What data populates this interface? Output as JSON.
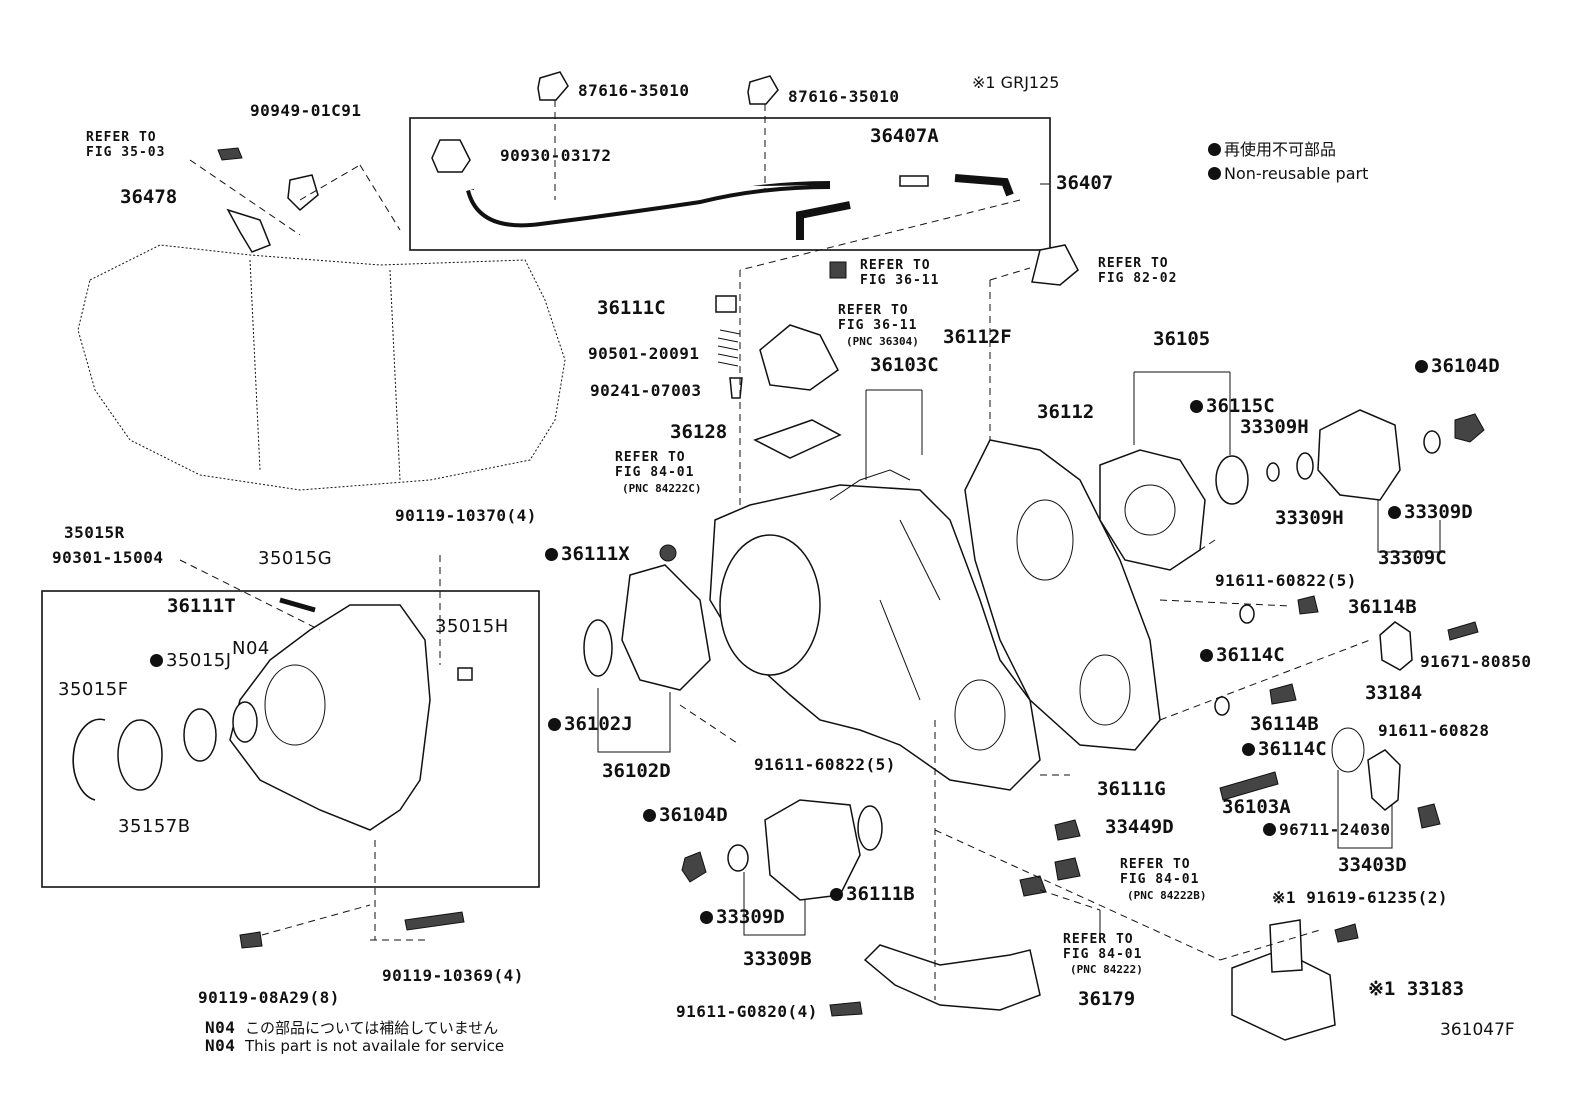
{
  "note_model": "※1 GRJ125",
  "legend": {
    "jp": "再使用不可部品",
    "en": "Non-reusable part"
  },
  "drawing_number": "361047F",
  "footnote": {
    "code1": "N04",
    "jp": "この部品については補給していません",
    "code2": "N04",
    "en": "This part is not availale for service"
  },
  "labels": {
    "p87616_a": "87616-35010",
    "p87616_b": "87616-35010",
    "p90949": "90949-01C91",
    "p90930": "90930-03172",
    "p36407A": "36407A",
    "p36407": "36407",
    "p36478": "36478",
    "p36111C": "36111C",
    "p90501": "90501-20091",
    "p90241": "90241-07003",
    "p36128": "36128",
    "p36103C": "36103C",
    "p36112F": "36112F",
    "p36112": "36112",
    "p36105": "36105",
    "p36104D_a": "36104D",
    "p36115C": "36115C",
    "p33309H_a": "33309H",
    "p33309H_b": "33309H",
    "p33309D_a": "33309D",
    "p33309C": "33309C",
    "p35015R": "35015R",
    "p90301": "90301-15004",
    "p90119_10370": "90119-10370(4)",
    "p35015G": "35015G",
    "p36111T": "36111T",
    "p35015H": "35015H",
    "pN04": "N04",
    "p35015J": "35015J",
    "p35015F": "35015F",
    "p35157B": "35157B",
    "p36111X": "36111X",
    "p36102J": "36102J",
    "p36102D": "36102D",
    "p91611_60822_a": "91611-60822(5)",
    "p91611_60822_b": "91611-60822(5)",
    "p36114B_a": "36114B",
    "p36114C_a": "36114C",
    "p91671": "91671-80850",
    "p33184": "33184",
    "p36114B_b": "36114B",
    "p36114C_b": "36114C",
    "p91611_60828": "91611-60828",
    "p36111G": "36111G",
    "p36103A": "36103A",
    "p96711": "96711-24030",
    "p33449D": "33449D",
    "p33403D": "33403D",
    "p36104D_b": "36104D",
    "p36111B": "36111B",
    "p33309D_b": "33309D",
    "p33309B": "33309B",
    "p91619": "91619-61235(2)",
    "p33183": "33183",
    "p90119_08A29": "90119-08A29(8)",
    "p90119_10369": "90119-10369(4)",
    "p91611_G0820": "91611-G0820(4)",
    "p36179": "36179",
    "mark1_a": "※1",
    "mark1_b": "※1"
  },
  "refs": {
    "fig35_03": "REFER TO\nFIG 35-03",
    "fig36_11_a": "REFER TO\nFIG 36-11",
    "fig82_02": "REFER TO\nFIG 82-02",
    "fig36_11_b": "REFER TO\nFIG 36-11",
    "fig36_11_b_pnc": "(PNC 36304)",
    "fig84_01_a": "REFER TO\nFIG 84-01",
    "fig84_01_a_pnc": "(PNC 84222C)",
    "fig84_01_b": "REFER TO\nFIG 84-01",
    "fig84_01_b_pnc": "(PNC 84222B)",
    "fig84_01_c": "REFER TO\nFIG 84-01",
    "fig84_01_c_pnc": "(PNC 84222)"
  }
}
